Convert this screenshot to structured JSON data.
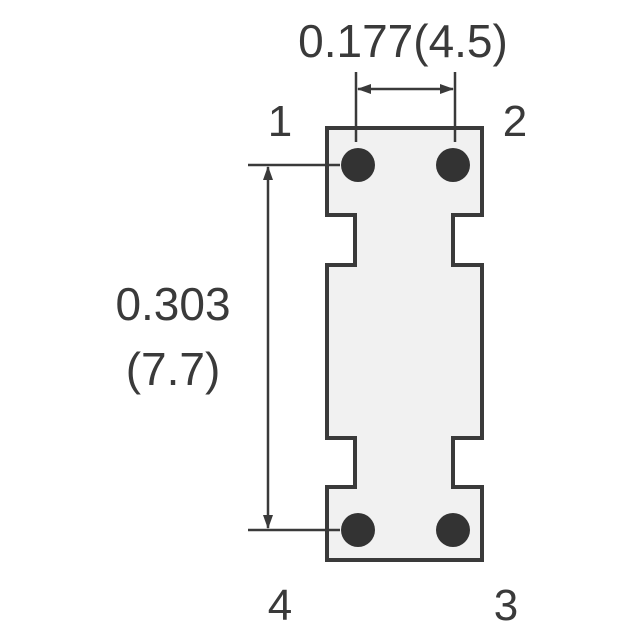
{
  "colors": {
    "ink": "#3a3a3a",
    "body_fill": "#f1f1f1",
    "pad": "#333333"
  },
  "dimensions": {
    "width_label": "0.177(4.5)",
    "height_label_line1": "0.303",
    "height_label_line2": "(7.7)"
  },
  "pins": [
    {
      "label": "1"
    },
    {
      "label": "2"
    },
    {
      "label": "3"
    },
    {
      "label": "4"
    }
  ]
}
